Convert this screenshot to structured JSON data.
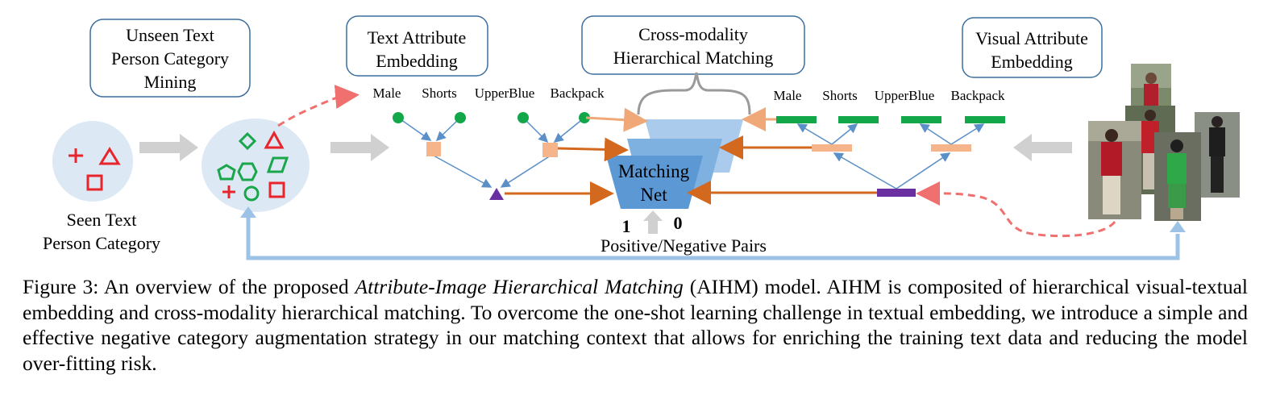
{
  "figure": {
    "boxes": {
      "unseen": [
        "Unseen Text",
        "Person Category",
        "Mining"
      ],
      "text_attr": [
        "Text Attribute",
        "Embedding"
      ],
      "cross": [
        "Cross-modality",
        "Hierarchical Matching"
      ],
      "visual_attr": [
        "Visual Attribute",
        "Embedding"
      ]
    },
    "seen_label": [
      "Seen Text",
      "Person Category"
    ],
    "text_attributes": [
      "Male",
      "Shorts",
      "UpperBlue",
      "Backpack"
    ],
    "visual_attributes": [
      "Male",
      "Shorts",
      "UpperBlue",
      "Backpack"
    ],
    "matching_net": [
      "Matching",
      "Net"
    ],
    "pair_labels": {
      "positive": "1",
      "negative": "0",
      "caption": "Positive/Negative Pairs"
    },
    "colors": {
      "red_shape": "#e8252b",
      "green_shape": "#1aa64a",
      "attr_green": "#12a84a",
      "node_orange": "#f5b48a",
      "purple": "#6a2fa0",
      "net_blue": "#5b98d4",
      "net_light": "#aacbeb",
      "arrow_orange": "#d2691e",
      "arrow_blue": "#5a8fc8",
      "dashed_red": "#f07070",
      "gray_arrow": "#d0d0d0",
      "bottom_line": "#9cc3e6"
    }
  },
  "caption": {
    "label": "Figure 3:",
    "pre": " An overview of the proposed ",
    "emph": "Attribute-Image Hierarchical Matching",
    "post": " (AIHM) model. AIHM is composited of hierarchical visual-textual embedding and cross-modality hierarchical matching. To overcome the one-shot learning challenge in textual embedding, we introduce a simple and effective negative category augmentation strategy in our matching context that allows for enriching the training text data and reducing the model over-fitting risk."
  }
}
